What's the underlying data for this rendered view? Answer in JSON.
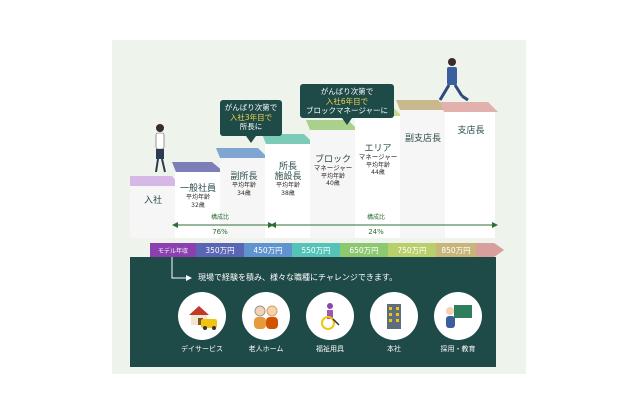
{
  "bubbles": [
    {
      "line1": "がんばり次第で",
      "highlight": "入社3年目で",
      "line3": "所長に"
    },
    {
      "line1": "がんばり次第で",
      "highlight": "入社6年目で",
      "line3": "ブロックマネージャーに"
    }
  ],
  "positions": [
    {
      "title": "入社"
    },
    {
      "title": "一般社員",
      "age_label": "平均年齢",
      "age": "32歳"
    },
    {
      "title": "副所長",
      "age_label": "平均年齢",
      "age": "34歳"
    },
    {
      "title": "所長\n施設長",
      "age_label": "平均年齢",
      "age": "38歳"
    },
    {
      "title": "ブロック",
      "title2": "マネージャー",
      "age_label": "平均年齢",
      "age": "40歳"
    },
    {
      "title": "エリア",
      "title2": "マネージャー",
      "age_label": "平均年齢",
      "age": "44歳"
    },
    {
      "title": "副支店長"
    },
    {
      "title": "支店長"
    }
  ],
  "ratios": [
    {
      "label": "構成比",
      "value": "76%"
    },
    {
      "label": "構成比",
      "value": "24%"
    }
  ],
  "salary_bar": {
    "label": "モデル年収",
    "values": [
      "350万円",
      "450万円",
      "550万円",
      "650万円",
      "750万円",
      "850万円"
    ]
  },
  "message": "現場で経験を積み、様々な職種にチャレンジできます。",
  "careers": [
    {
      "label": "デイサービス",
      "icon": "house-van-icon"
    },
    {
      "label": "老人ホーム",
      "icon": "elderly-couple-icon"
    },
    {
      "label": "福祉用具",
      "icon": "wheelchair-icon"
    },
    {
      "label": "本社",
      "icon": "office-building-icon"
    },
    {
      "label": "採用・教育",
      "icon": "teacher-board-icon"
    }
  ],
  "colors": {
    "panel": "#eef4ec",
    "dark": "#1e4a48",
    "purple": "#9b59b6",
    "accent": "#f3d44a"
  }
}
